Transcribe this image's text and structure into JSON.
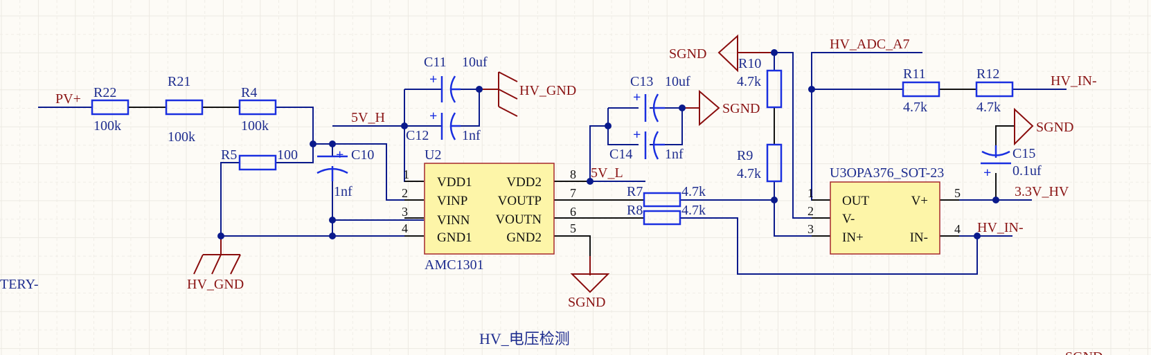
{
  "sheet_title": "HV_电压检测",
  "colors": {
    "background": "#fdfbf6",
    "wire": "#0a1a8c",
    "component_outline": "#1a2fe0",
    "designator_text": "#1e2d8f",
    "net_label_text": "#8a1414",
    "ic_fill": "#fdf5a8",
    "ic_border": "#a5272a"
  },
  "net_labels": {
    "pv_plus": "PV+",
    "battery_minus_partial": "TERY-",
    "v5_h": "5V_H",
    "v5_l": "5V_L",
    "hv_adc_a7": "HV_ADC_A7",
    "hv_in_minus_top": "HV_IN-",
    "hv_in_minus_pin4": "HV_IN-",
    "v33_hv": "3.3V_HV"
  },
  "power_ports": {
    "hv_gnd_top": "HV_GND",
    "hv_gnd_bottom": "HV_GND",
    "sgnd_r10": "SGND",
    "sgnd_c13": "SGND",
    "sgnd_c15": "SGND",
    "sgnd_u2": "SGND",
    "sgnd_offscreen": "SGND"
  },
  "resistors": {
    "r22": {
      "designator": "R22",
      "value": "100k"
    },
    "r21": {
      "designator": "R21",
      "value": "100k"
    },
    "r4": {
      "designator": "R4",
      "value": "100k"
    },
    "r5": {
      "designator": "R5",
      "value": "100"
    },
    "r7": {
      "designator": "R7",
      "value": "4.7k"
    },
    "r8": {
      "designator": "R8",
      "value": "4.7k"
    },
    "r9": {
      "designator": "R9",
      "value": "4.7k"
    },
    "r10": {
      "designator": "R10",
      "value": "4.7k"
    },
    "r11": {
      "designator": "R11",
      "value": "4.7k"
    },
    "r12": {
      "designator": "R12",
      "value": "4.7k"
    }
  },
  "capacitors": {
    "c10": {
      "designator": "C10",
      "value": "1nf"
    },
    "c11": {
      "designator": "C11",
      "value": "10uf"
    },
    "c12": {
      "designator": "C12",
      "value": "1nf"
    },
    "c13": {
      "designator": "C13",
      "value": "10uf"
    },
    "c14": {
      "designator": "C14",
      "value": "1nf"
    },
    "c15": {
      "designator": "C15",
      "value": "0.1uf"
    },
    "polarity_mark": "+"
  },
  "u2": {
    "designator": "U2",
    "part": "AMC1301",
    "left_pins": [
      {
        "num": "1",
        "name": "VDD1"
      },
      {
        "num": "2",
        "name": "VINP"
      },
      {
        "num": "3",
        "name": "VINN"
      },
      {
        "num": "4",
        "name": "GND1"
      }
    ],
    "right_pins": [
      {
        "num": "8",
        "name": "VDD2"
      },
      {
        "num": "7",
        "name": "VOUTP"
      },
      {
        "num": "6",
        "name": "VOUTN"
      },
      {
        "num": "5",
        "name": "GND2"
      }
    ]
  },
  "u3": {
    "designator": "U3OPA376_SOT-23",
    "left_pins": [
      {
        "num": "1",
        "name": "OUT"
      },
      {
        "num": "2",
        "name": "V-"
      },
      {
        "num": "3",
        "name": "IN+"
      }
    ],
    "right_pins": [
      {
        "num": "5",
        "name": "V+"
      },
      {
        "num": "4",
        "name": "IN-"
      }
    ]
  }
}
